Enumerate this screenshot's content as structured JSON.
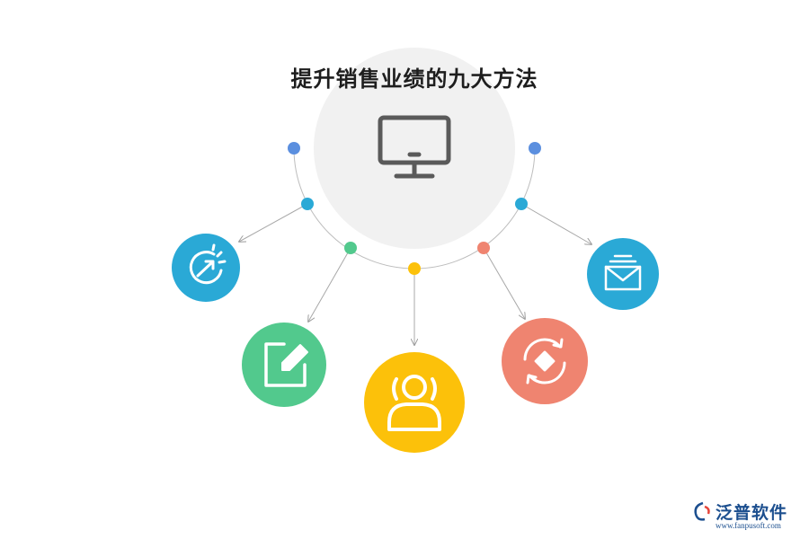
{
  "diagram": {
    "title": "提升销售业绩的九大方法",
    "center_icon": "monitor-icon",
    "nodes": [
      {
        "icon": "timer-arrow-icon",
        "color": "#2aa9d6"
      },
      {
        "icon": "edit-document-icon",
        "color": "#52c98d"
      },
      {
        "icon": "user-group-icon",
        "color": "#fcc10a"
      },
      {
        "icon": "refresh-cycle-icon",
        "color": "#ef8470"
      },
      {
        "icon": "mail-icon",
        "color": "#2aa9d6"
      }
    ],
    "connector_dots": [
      "#5b8fdf",
      "#2aa9d6",
      "#52c98d",
      "#fcc10a",
      "#ef8470",
      "#2aa9d6",
      "#5b8fdf"
    ]
  },
  "logo": {
    "name": "泛普软件",
    "url": "www.fanpusoft.com",
    "icon": "fanpu-logo-icon"
  }
}
